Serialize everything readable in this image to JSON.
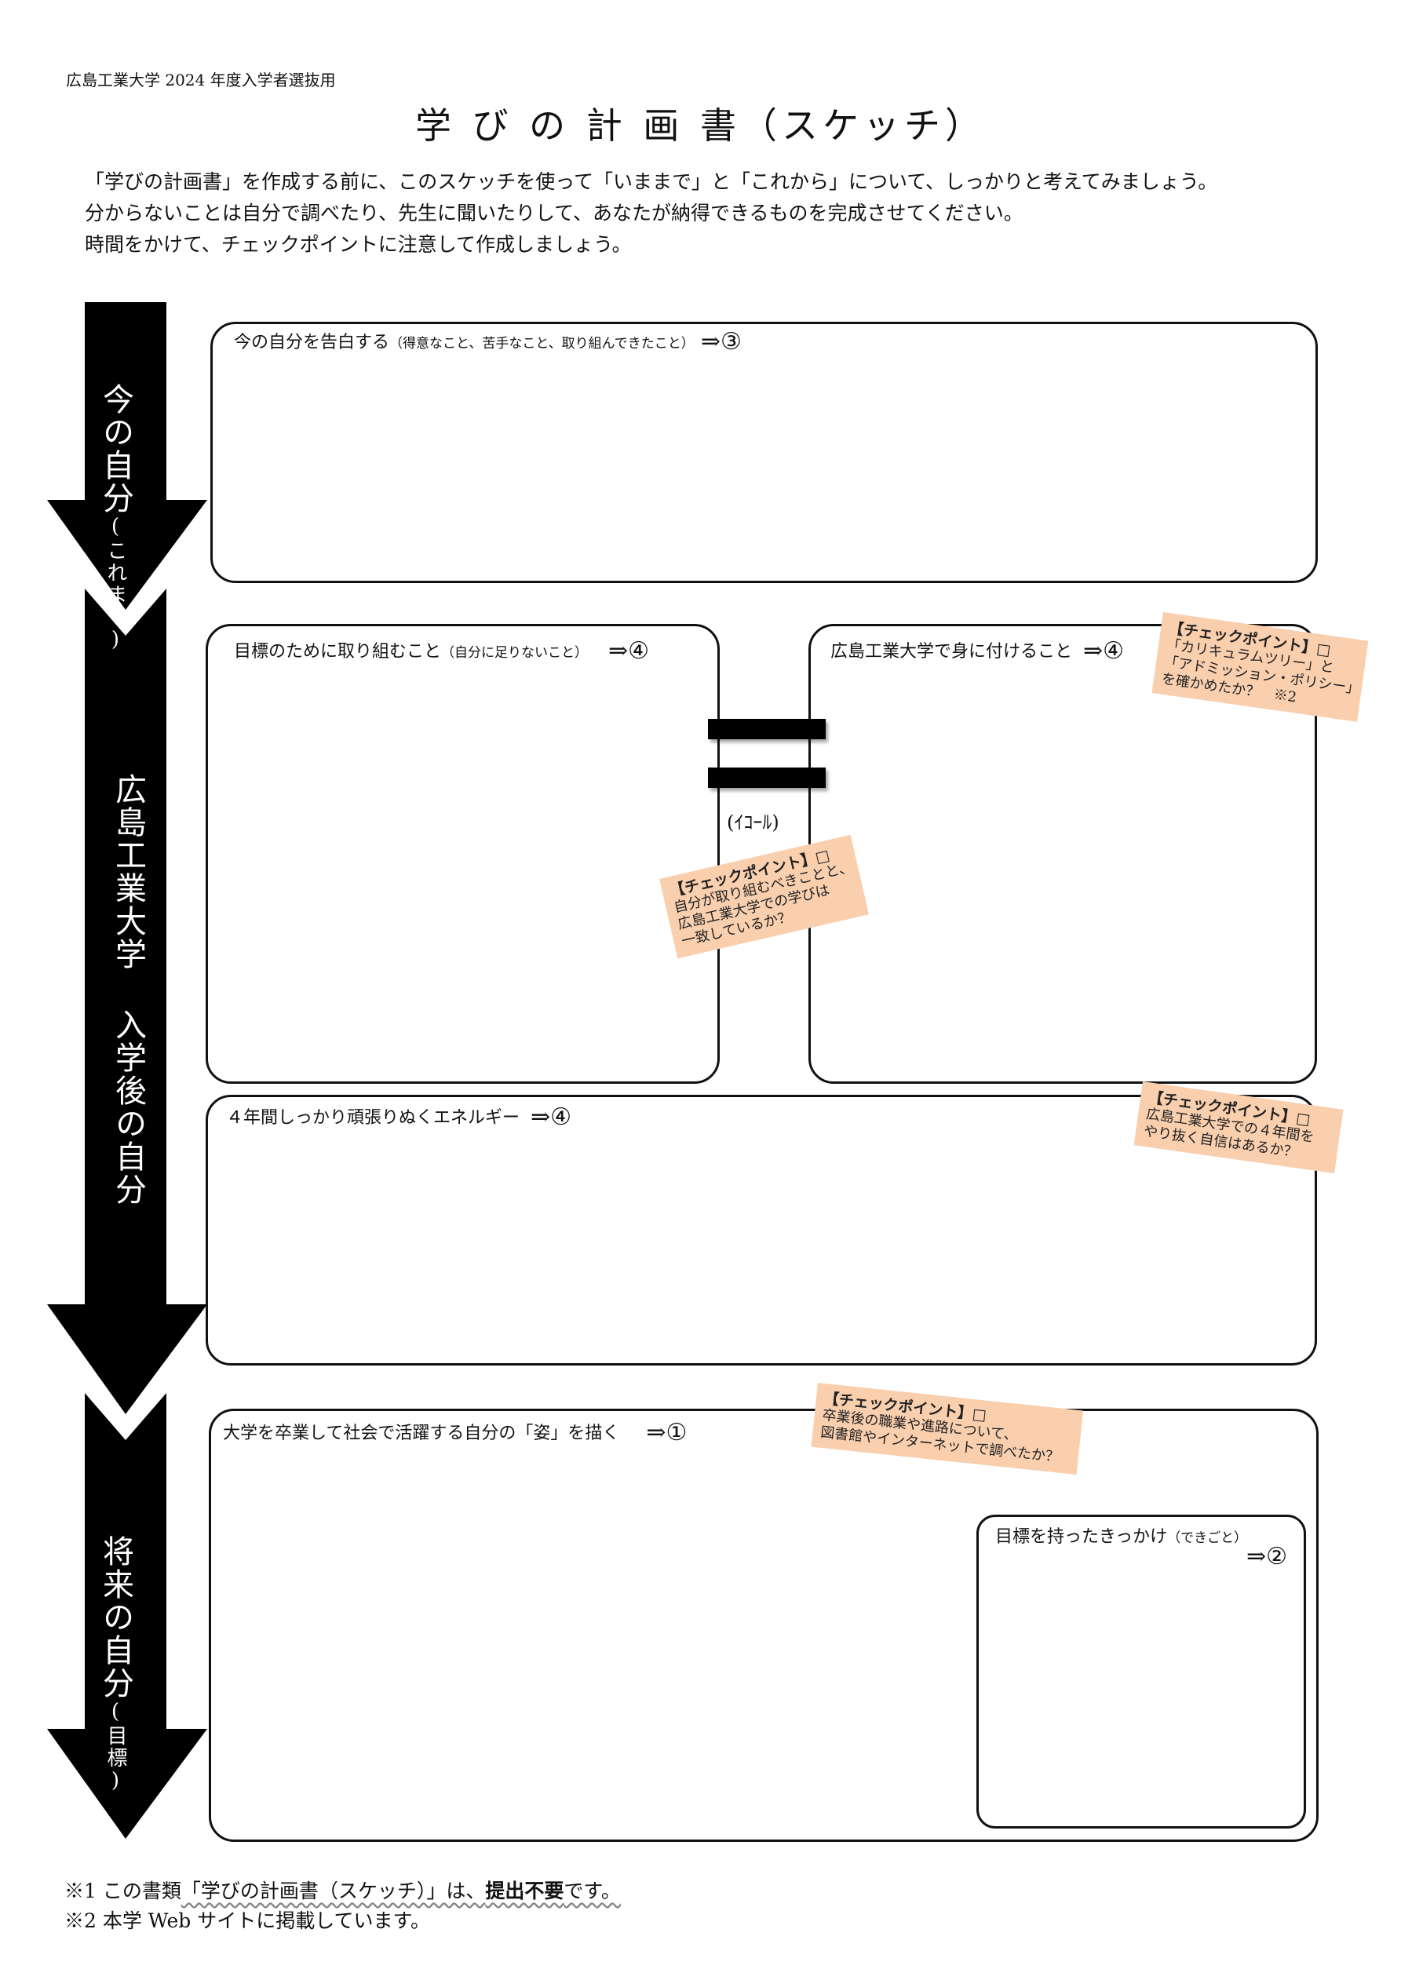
{
  "header": {
    "label": "広島工業大学 2024 年度入学者選抜用",
    "title": "学 び の 計 画 書（スケッチ）"
  },
  "intro": [
    "「学びの計画書」を作成する前に、このスケッチを使って「いままで」と「これから」について、しっかりと考えてみましょう。",
    "分からないことは自分で調べたり、先生に聞いたりして、あなたが納得できるものを完成させてください。",
    "時間をかけて、チェックポイントに注意して作成しましょう。"
  ],
  "sections": {
    "now": {
      "main": "今の自分",
      "sub": "(これまで)"
    },
    "after": {
      "main": "広島工業大学 入学後の自分"
    },
    "future": {
      "main": "将来の自分",
      "sub": "(目標)"
    }
  },
  "boxes": {
    "confess": {
      "label": "今の自分を告白する",
      "note": "（得意なこと、苦手なこと、取り組んできたこと）",
      "ref": "⇒③"
    },
    "goal_work": {
      "label": "目標のために取り組むこと",
      "note": "（自分に足りないこと）",
      "ref": "⇒④"
    },
    "acquire": {
      "label": "広島工業大学で身に付けること",
      "ref": "⇒④"
    },
    "energy": {
      "label": "４年間しっかり頑張りぬくエネルギー",
      "ref": "⇒④"
    },
    "vision": {
      "label": "大学を卒業して社会で活躍する自分の「姿」を描く",
      "ref": "⇒①"
    },
    "trigger": {
      "label": "目標を持ったきっかけ",
      "note": "（できごと）",
      "ref": "⇒②"
    }
  },
  "equal_label": "(ｲｺｰﾙ)",
  "checkpoints": {
    "cp1": {
      "title": "【チェックポイント】□",
      "lines": [
        "「カリキュラムツリー」と",
        "「アドミッション・ポリシー」",
        "を確かめたか？　※2"
      ]
    },
    "cp2": {
      "title": "【チェックポイント】□",
      "lines": [
        "自分が取り組むべきことと、",
        "広島工業大学での学びは",
        "一致しているか？"
      ]
    },
    "cp3": {
      "title": "【チェックポイント】□",
      "lines": [
        "広島工業大学での４年間を",
        "やり抜く自信はあるか？"
      ]
    },
    "cp4": {
      "title": "【チェックポイント】□",
      "lines": [
        "卒業後の職業や進路について、",
        "図書館やインターネットで調べたか？"
      ]
    }
  },
  "footnotes": {
    "f1_prefix": "※1 この書類",
    "f1_doc": "「学びの計画書（スケッチ）」は、",
    "f1_bold": "提出不要",
    "f1_end": "です。",
    "f2": "※2 本学 Web サイトに掲載しています。"
  }
}
